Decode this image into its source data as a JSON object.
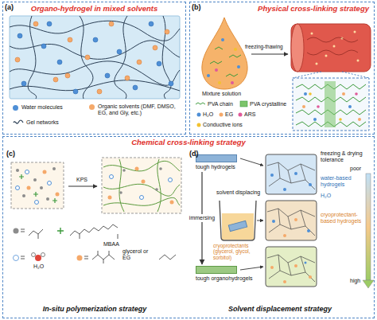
{
  "diagram": {
    "nodes": [
      {
        "text": [
          "Organo-hydrogel in mixed solvents"
        ]
      },
      {
        "text": [
          "Physical cross-linking strategy"
        ]
      },
      {
        "text": [
          "Chemical cross-linking strategy"
        ]
      },
      {
        "text": [
          "In-situ polymerization strategy"
        ],
        "in": 2
      },
      {
        "text": [
          "Solvent displacement strategy"
        ],
        "in": 2
      },
      {
        "text": [
          "tough hydrogels"
        ],
        "in": 4
      },
      {
        "text": [
          "tough organohydrogels"
        ],
        "in": 4
      }
    ],
    "edges": [
      {
        "from": 5,
        "to": 6,
        "arrow": "to",
        "label": "immersing"
      }
    ],
    "labels": [
      "(a)",
      "(b)",
      "freezing-thawing",
      "Mixture solution",
      "PVA chain",
      "PVA crystalline",
      "H₂O",
      "EG",
      "ARS",
      "Conductive ions",
      "(c)",
      "KPS",
      "MBAA",
      "H₂O",
      "glycerol or EG",
      "(d)",
      "solvent displacing",
      "cryoprotectants (glycerol, glycol, sorbitol)",
      "freezing & drying tolerance",
      "poor",
      "water-based hydrogels",
      "H₂O",
      "cryoprotectant-based hydrogels",
      "high"
    ],
    "legend": [
      {
        "text": "Water molecules",
        "color": "#4f8fd6"
      },
      {
        "text": "Organic solvents (DMF, DMSO, EG, and Gly, etc.)",
        "color": "#f5a96a"
      },
      {
        "text": "Gel networks"
      }
    ]
  }
}
